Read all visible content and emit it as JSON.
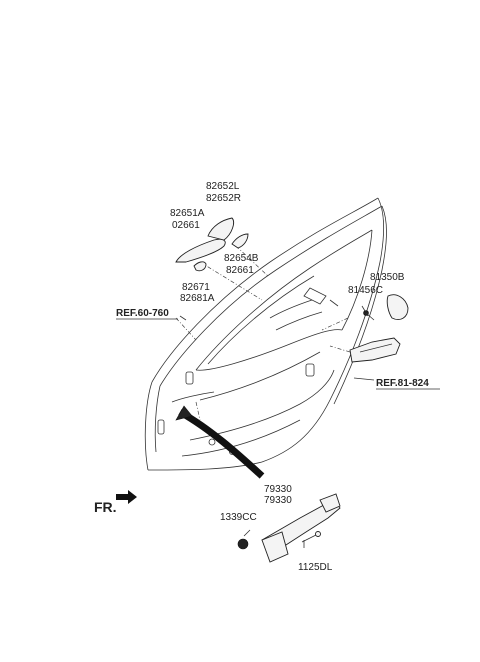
{
  "labels": {
    "p82652L": "82652L",
    "p82652R": "82652R",
    "p82651A": "82651A",
    "p02661": "02661",
    "p82654B": "82654B",
    "p82661": "82661",
    "p82671": "82671",
    "p82681A": "82681A",
    "p81350B": "81350B",
    "p81456C": "81456C",
    "p79330a": "79330",
    "p79330b": "79330",
    "p1339CC": "1339CC",
    "p1125DL": "1125DL"
  },
  "references": {
    "ref_front": "REF.60-760",
    "ref_rear": "REF.81-824"
  },
  "direction": {
    "fr_label": "FR."
  }
}
